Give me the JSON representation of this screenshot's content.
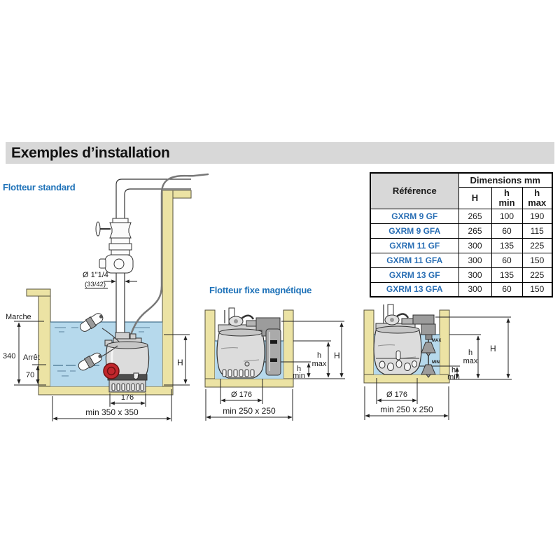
{
  "page": {
    "title": "Exemples d’installation"
  },
  "labels": {
    "standard": "Flotteur standard",
    "magnetic": "Flotteur fixe magnétique"
  },
  "table": {
    "header": {
      "reference": "Référence",
      "dimensions": "Dimensions mm",
      "h": "H",
      "hmin1": "h",
      "hmin2": "min",
      "hmax1": "h",
      "hmax2": "max"
    },
    "rows": [
      {
        "ref": "GXRM 9 GF",
        "h": "265",
        "hmin": "100",
        "hmax": "190"
      },
      {
        "ref": "GXRM 9 GFA",
        "h": "265",
        "hmin": "60",
        "hmax": "115"
      },
      {
        "ref": "GXRM 11 GF",
        "h": "300",
        "hmin": "135",
        "hmax": "225"
      },
      {
        "ref": "GXRM 11 GFA",
        "h": "300",
        "hmin": "60",
        "hmax": "150"
      },
      {
        "ref": "GXRM 13 GF",
        "h": "300",
        "hmin": "135",
        "hmax": "225"
      },
      {
        "ref": "GXRM 13 GFA",
        "h": "300",
        "hmin": "60",
        "hmax": "150"
      }
    ]
  },
  "d1": {
    "diameter": "Ø 1\"1/4",
    "thread": "(33/42)",
    "marche": "Marche",
    "arret": "Arrêt",
    "depth": "340",
    "hyst": "70",
    "h": "H",
    "width": "176",
    "pit": "min 350 x 350"
  },
  "d2": {
    "h": "H",
    "hmax1": "h",
    "hmax2": "max",
    "hmin1": "h",
    "hmin2": "min",
    "dia": "Ø 176",
    "pit": "min 250 x 250"
  },
  "d3": {
    "h": "H",
    "hmax1": "h",
    "hmax2": "max",
    "hmin1": "h",
    "hmin2": "min",
    "max": "MAX",
    "min": "MIN",
    "dia": "Ø 176",
    "pit": "min 250 x 250"
  },
  "colors": {
    "accent_blue": "#1d71b8",
    "table_ref_blue": "#2a6fb5",
    "title_bar_gray": "#d8d8d8",
    "water_blue": "#b6d9ec",
    "wall_yellow": "#ece3a4",
    "float_red": "#c1272d"
  }
}
